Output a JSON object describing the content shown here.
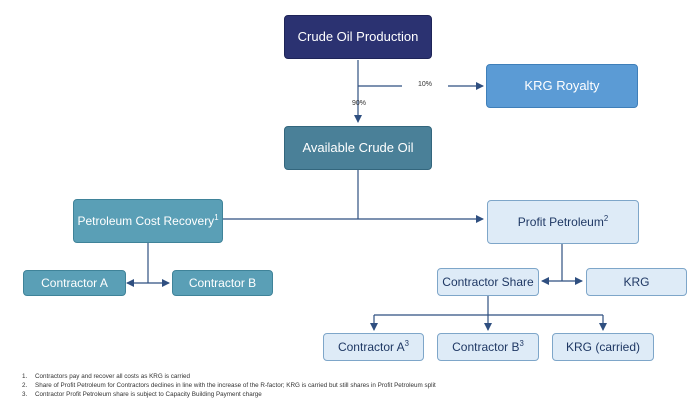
{
  "nodes": {
    "crude_oil_production": "Crude Oil Production",
    "krg_royalty": "KRG Royalty",
    "available_crude_oil": "Available Crude Oil",
    "petroleum_cost_recovery": "Petroleum Cost Recovery",
    "petroleum_cost_recovery_sup": "1",
    "profit_petroleum": "Profit Petroleum",
    "profit_petroleum_sup": "2",
    "contractor_a": "Contractor A",
    "contractor_b": "Contractor B",
    "contractor_share": "Contractor Share",
    "krg": "KRG",
    "contractor_a_share": "Contractor A",
    "contractor_a_share_sup": "3",
    "contractor_b_share": "Contractor B",
    "contractor_b_share_sup": "3",
    "krg_carried": "KRG (carried)"
  },
  "edge_labels": {
    "royalty_pct": "10%",
    "available_pct": "90%"
  },
  "footnotes": [
    {
      "num": "1.",
      "text": "Contractors pay and recover all costs as KRG is carried"
    },
    {
      "num": "2.",
      "text": "Share of Profit Petroleum for Contractors declines in line with the increase of the R-factor; KRG is carried but still shares in Profit Petroleum split"
    },
    {
      "num": "3.",
      "text": "Contractor Profit Petroleum share is subject to Capacity Building Payment charge"
    }
  ],
  "colors": {
    "dark_navy": "#2b3271",
    "medium_blue": "#5b9bd5",
    "teal": "#4a8098",
    "light_teal": "#5a9fb6",
    "pale_blue": "#deebf7",
    "connector": "#2f4f80"
  }
}
